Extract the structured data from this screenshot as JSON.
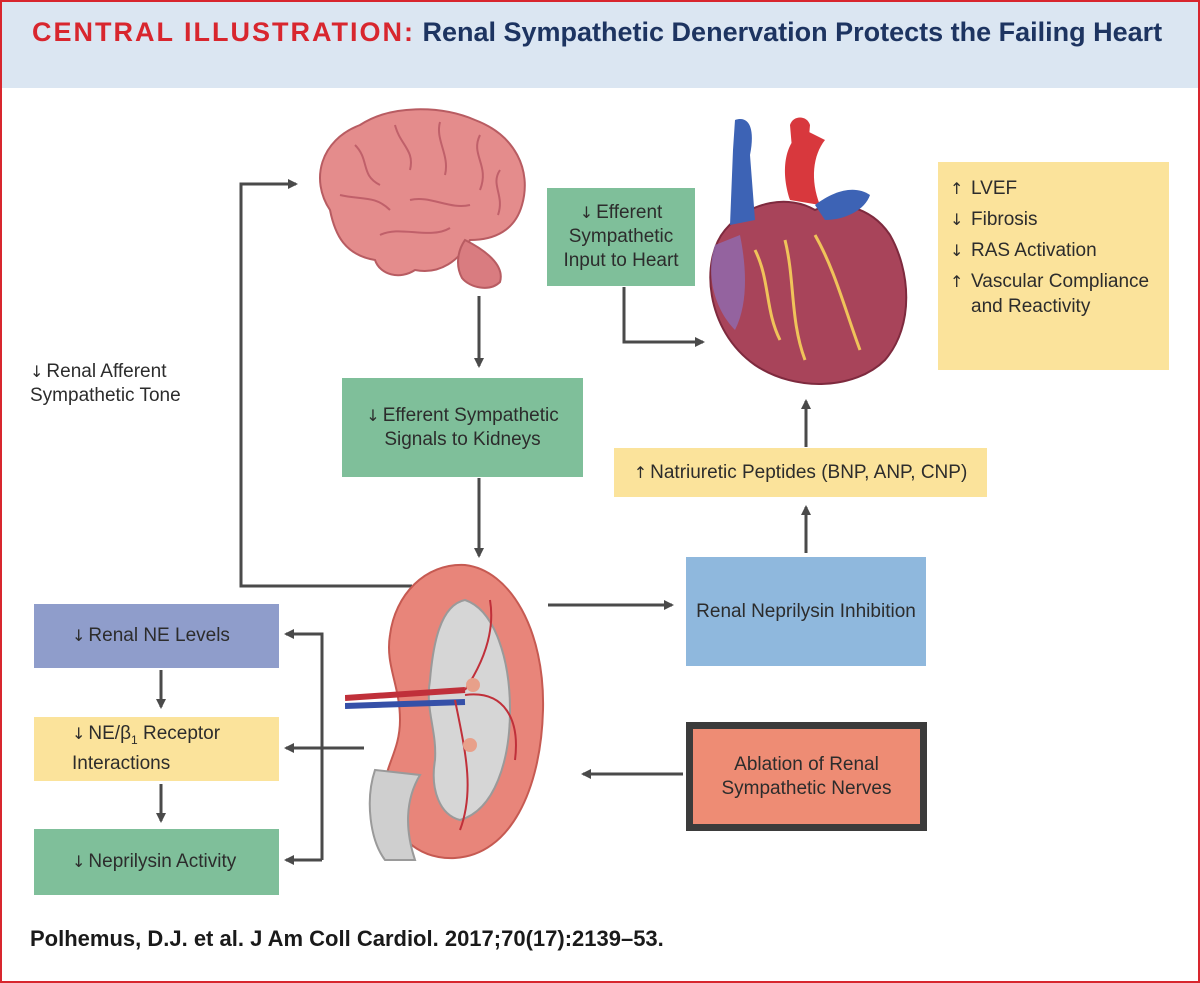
{
  "header": {
    "kicker": "CENTRAL ILLUSTRATION:",
    "title": "Renal Sympathetic Denervation Protects the Failing Heart"
  },
  "arrows": {
    "up": "↑",
    "down": "↓"
  },
  "nodes": {
    "efferent_heart": "Efferent Sympathetic Input to Heart",
    "renal_afferent": "Renal Afferent Sympathetic Tone",
    "efferent_kidneys": "Efferent Sympathetic Signals to Kidneys",
    "natriuretic": "Natriuretic Peptides (BNP, ANP, CNP)",
    "renal_neprilysin": "Renal Neprilysin Inhibition",
    "renal_ne": "Renal NE Levels",
    "ne_beta_prefix": "NE/β",
    "ne_beta_sub": "1",
    "ne_beta_suffix": " Receptor Interactions",
    "neprilysin_activity": "Neprilysin Activity",
    "ablation": "Ablation of Renal Sympathetic Nerves"
  },
  "outcomes": [
    {
      "dir": "↑",
      "label": "LVEF"
    },
    {
      "dir": "↓",
      "label": "Fibrosis"
    },
    {
      "dir": "↓",
      "label": "RAS Activation"
    },
    {
      "dir": "↑",
      "label": "Vascular Compliance and Reactivity"
    }
  ],
  "icons": {
    "brain": "brain-illustration",
    "heart": "heart-illustration",
    "kidney": "kidney-illustration"
  },
  "colors": {
    "accent_red": "#d8262e",
    "title_navy": "#1d3461",
    "header_bg": "#dbe6f2",
    "green": "#7fbf9a",
    "blue": "#8fb8dd",
    "purple": "#8f9dcb",
    "yellow": "#fbe39b",
    "salmon": "#ee8c74"
  },
  "citation": "Polhemus, D.J. et al. J Am Coll Cardiol. 2017;70(17):2139–53."
}
